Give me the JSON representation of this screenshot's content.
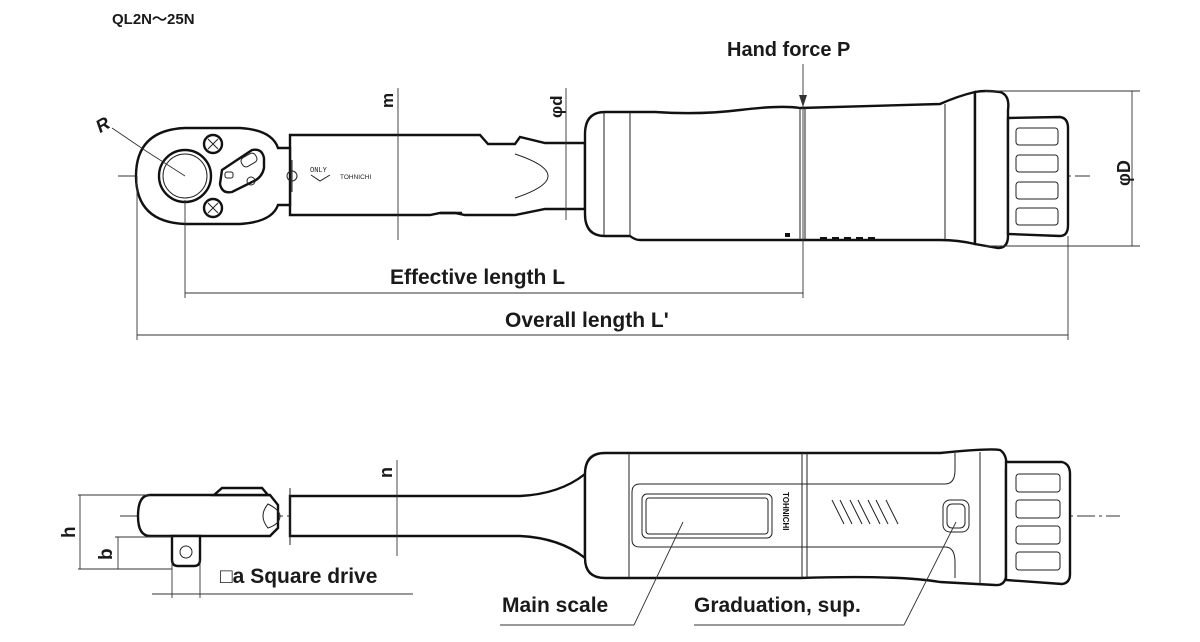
{
  "model_range": "QL2N〜25N",
  "top_view": {
    "labels": {
      "radius": "R",
      "head_thickness": "m",
      "shaft_diameter": "φd",
      "hand_force": "Hand force P",
      "grip_diameter": "φD",
      "effective_length": "Effective length L",
      "overall_length": "Overall length L'"
    },
    "engravings": {
      "only": "ONLY",
      "brand": "TOHNICHI"
    }
  },
  "side_view": {
    "labels": {
      "neck_thickness": "n",
      "head_height": "h",
      "drive_height": "b",
      "square_drive": "□a Square drive",
      "main_scale": "Main scale",
      "graduation": "Graduation, sup."
    },
    "brand": "TOHNICHI"
  }
}
